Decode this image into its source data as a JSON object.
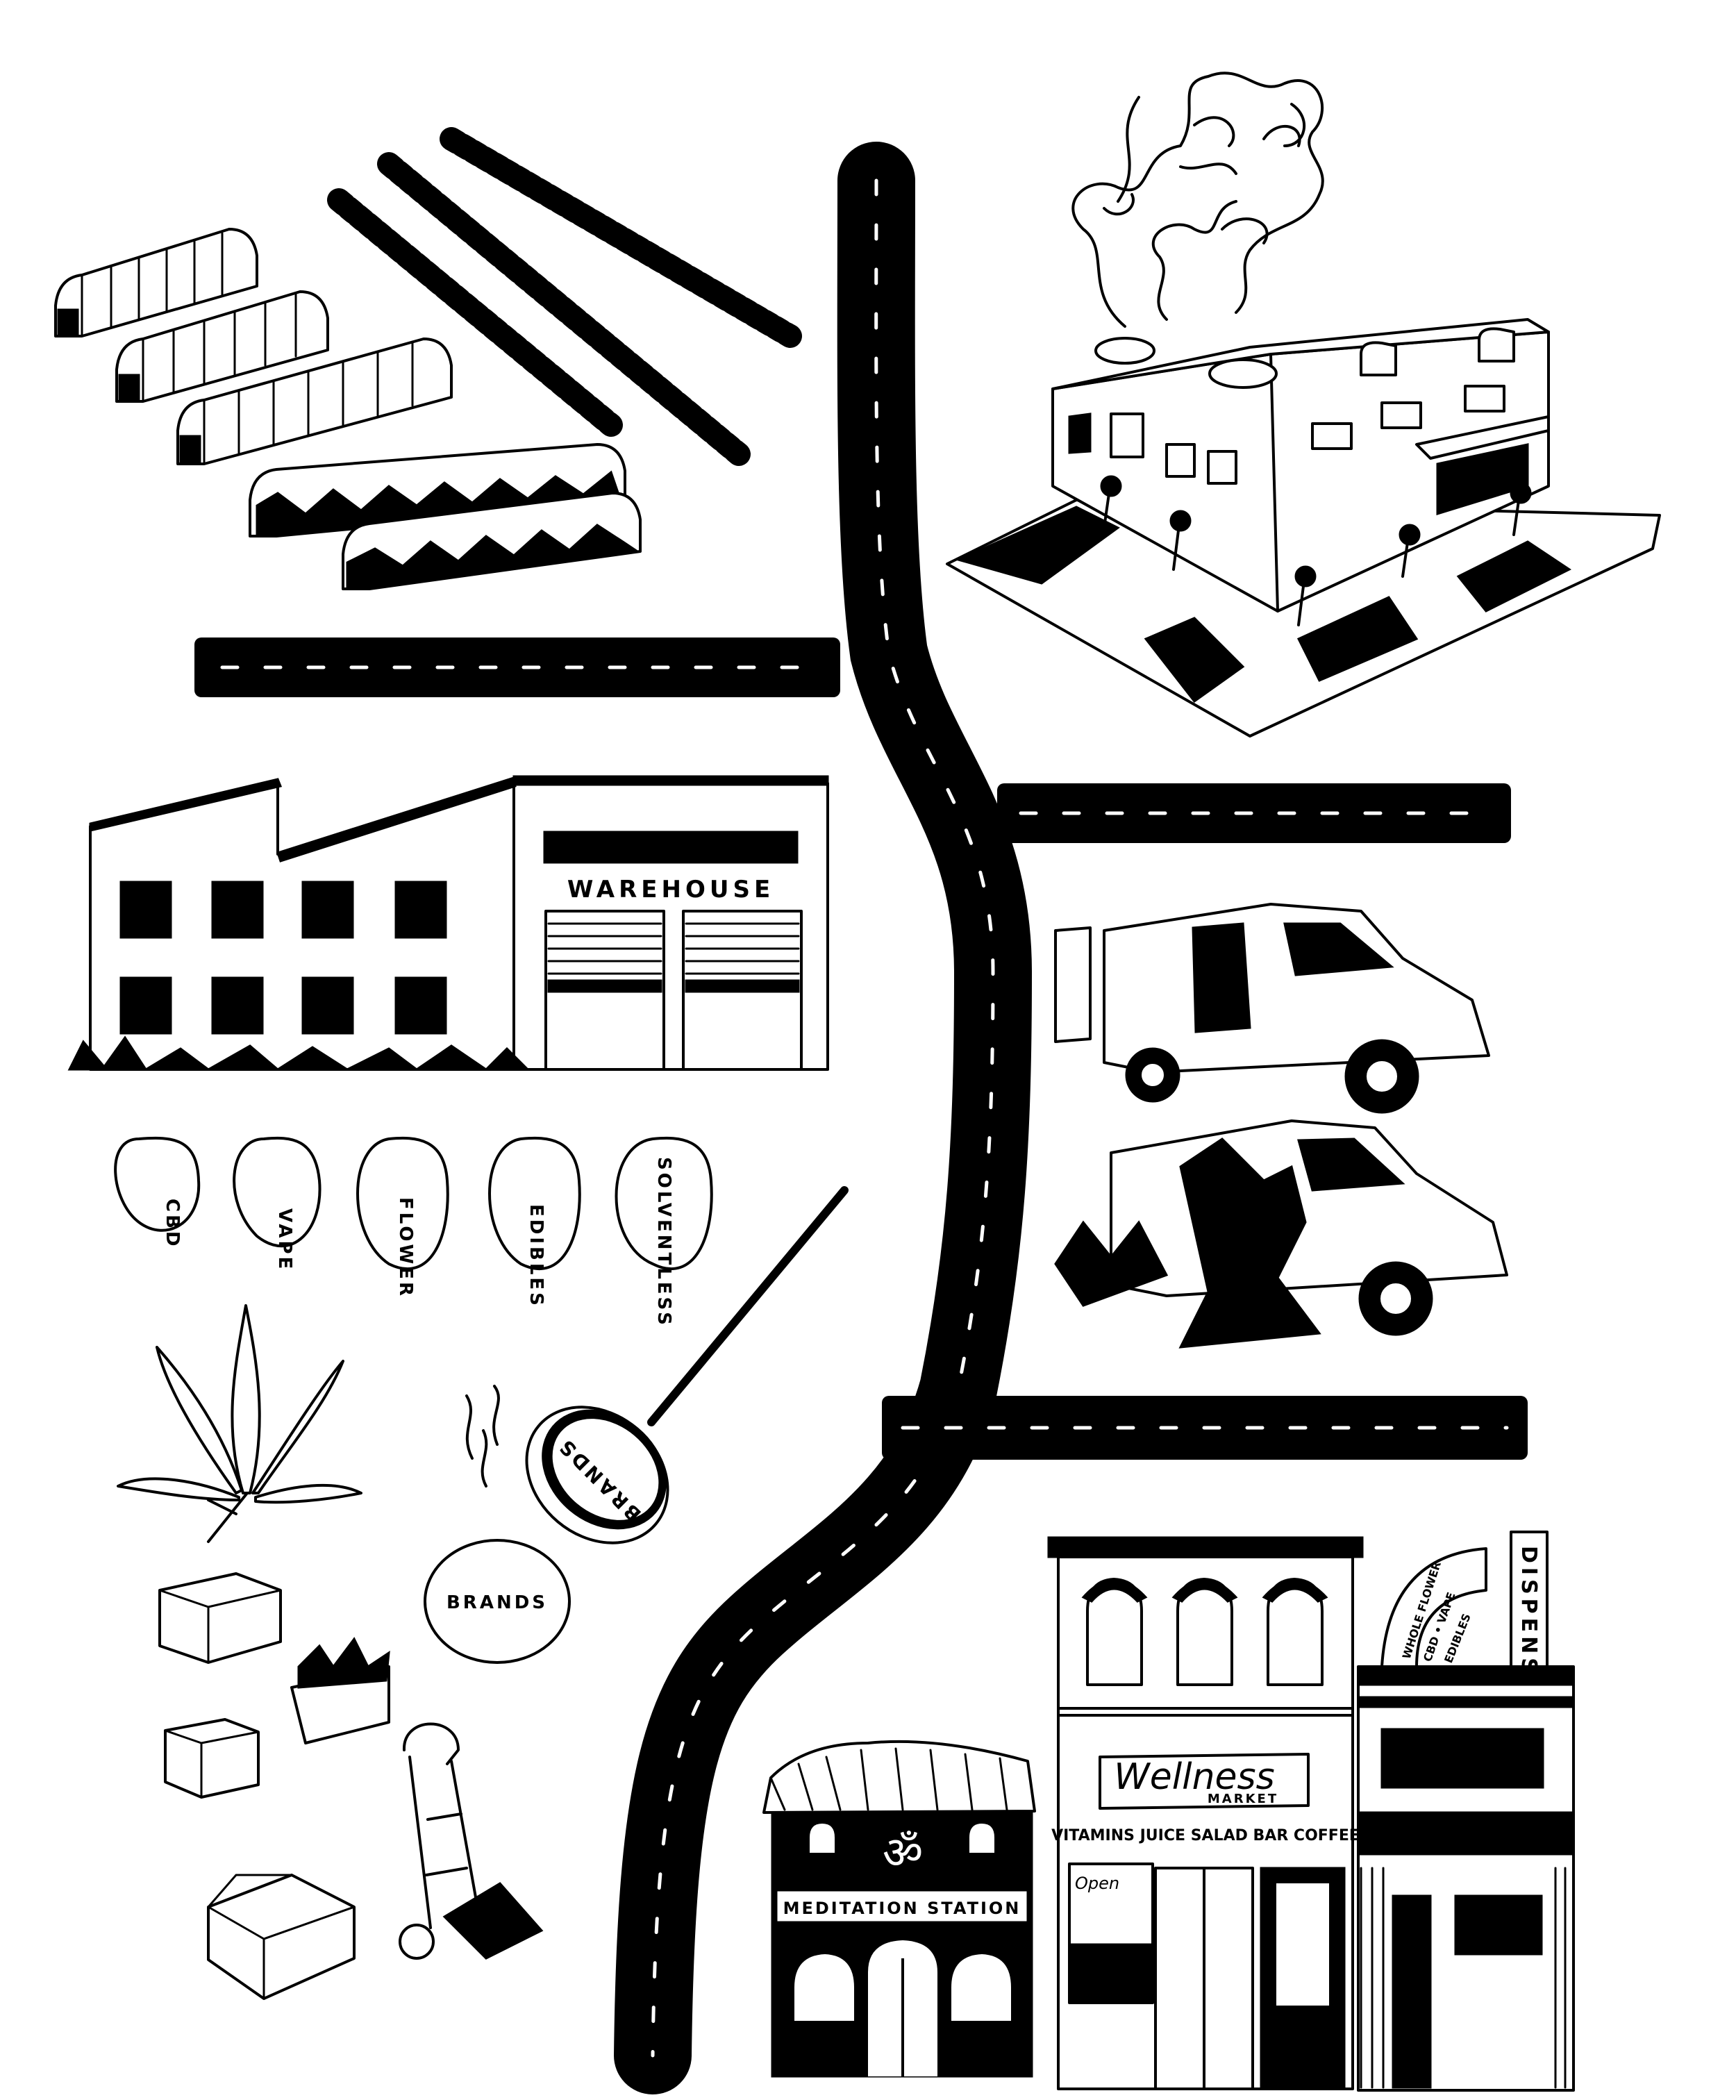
{
  "warehouse": {
    "sign": "WAREHOUSE"
  },
  "categories": [
    {
      "key": "cbd",
      "label": "CBD"
    },
    {
      "key": "vape",
      "label": "VAPE"
    },
    {
      "key": "flower",
      "label": "FLOWER"
    },
    {
      "key": "edibles",
      "label": "EDIBLES"
    },
    {
      "key": "solventless",
      "label": "SOLVENTLESS"
    }
  ],
  "brands": {
    "round_sign": "BRANDS",
    "stand_sign": "BRANDS"
  },
  "meditation": {
    "sign": "MEDITATION STATION",
    "symbol": "ॐ"
  },
  "market": {
    "title": "Wellness",
    "subtitle": "MARKET",
    "services": "VITAMINS JUICE SALAD BAR COFFEE",
    "open_sign": "Open"
  },
  "dispensary": {
    "vertical_sign": "DISPENSARY",
    "arch_lines": [
      "WHOLE FLOWER",
      "CBD • VAPE",
      "EDIBLES"
    ]
  },
  "icons": {
    "hand_truck": "hand-truck-icon",
    "boxes": "cardboard-box-icon",
    "leaf": "cannabis-leaf-icon"
  }
}
